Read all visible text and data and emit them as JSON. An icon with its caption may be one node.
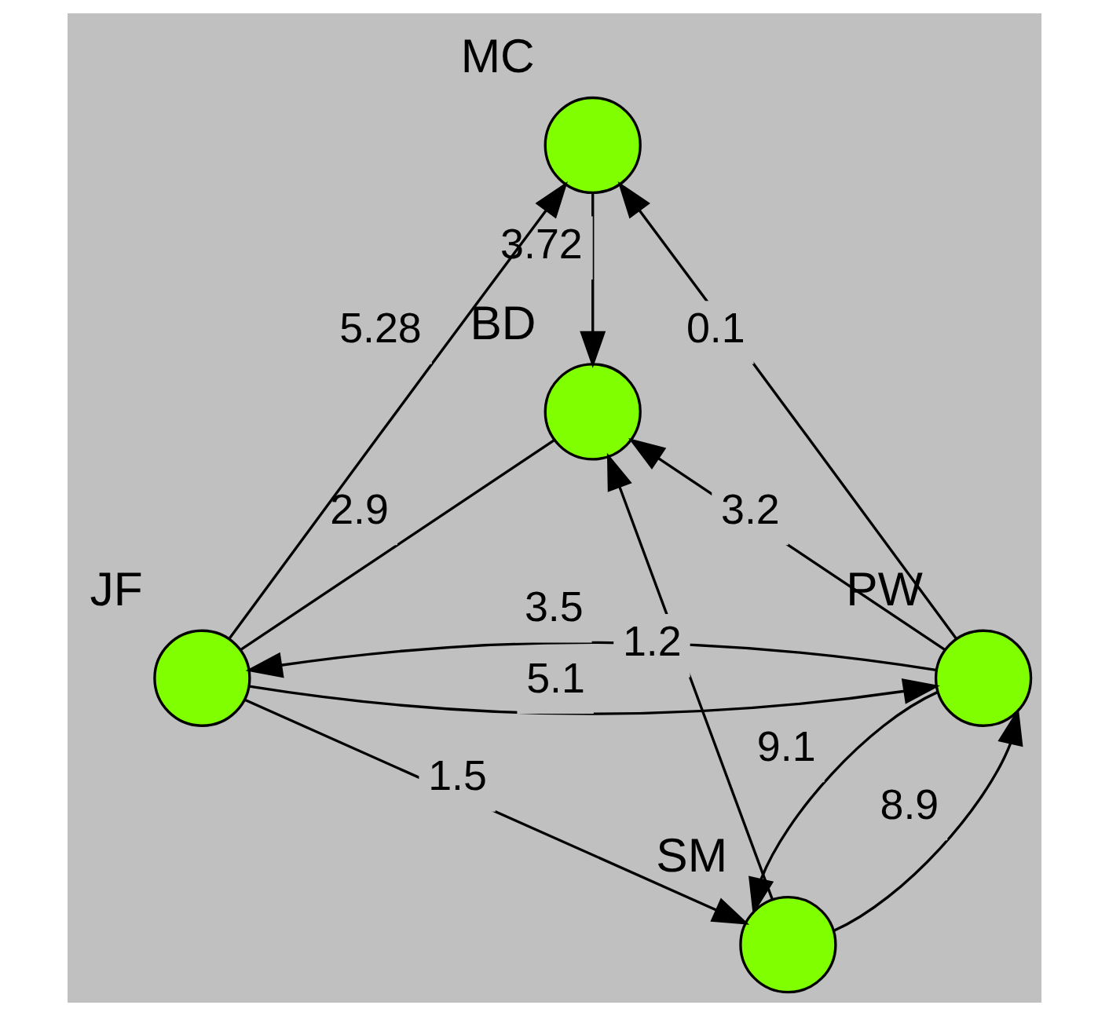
{
  "diagram": {
    "nodes": [
      {
        "text": [
          "MC"
        ]
      },
      {
        "text": [
          "BD"
        ]
      },
      {
        "text": [
          "PW"
        ]
      },
      {
        "text": [
          "JF"
        ]
      },
      {
        "text": [
          "SM"
        ]
      }
    ],
    "edges": [
      {
        "from": 0,
        "to": 1,
        "arrow": "to",
        "label": "3.72"
      },
      {
        "from": 1,
        "to": 3,
        "arrow": "none",
        "label": "2.9"
      },
      {
        "from": 2,
        "to": 1,
        "arrow": "to",
        "label": "3.2"
      },
      {
        "from": 2,
        "to": 0,
        "arrow": "to",
        "label": "0.1"
      },
      {
        "from": 3,
        "to": 0,
        "arrow": "to",
        "label": "5.28"
      },
      {
        "from": 3,
        "to": 2,
        "arrow": "to",
        "label": "5.1"
      },
      {
        "from": 2,
        "to": 3,
        "arrow": "to",
        "label": "3.5"
      },
      {
        "from": 4,
        "to": 2,
        "arrow": "to",
        "label": "8.9"
      },
      {
        "from": 2,
        "to": 4,
        "arrow": "to",
        "label": "9.1"
      },
      {
        "from": 3,
        "to": 4,
        "arrow": "to",
        "label": "1.5"
      },
      {
        "from": 4,
        "to": 1,
        "arrow": "to",
        "label": "1.2"
      }
    ]
  }
}
